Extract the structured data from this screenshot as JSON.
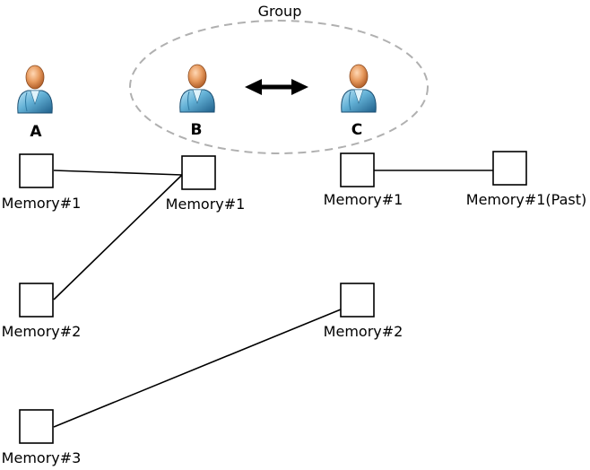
{
  "group": {
    "label": "Group"
  },
  "people": {
    "a": {
      "label": "A"
    },
    "b": {
      "label": "B"
    },
    "c": {
      "label": "C"
    }
  },
  "memories": {
    "a1": {
      "label": "Memory#1"
    },
    "a2": {
      "label": "Memory#2"
    },
    "a3": {
      "label": "Memory#3"
    },
    "b1": {
      "label": "Memory#1"
    },
    "c1": {
      "label": "Memory#1"
    },
    "c2": {
      "label": "Memory#2"
    },
    "c_past": {
      "label": "Memory#1(Past)"
    }
  },
  "colors": {
    "person_body": "#4f9fc6",
    "person_head": "#e79a5e",
    "group_outline": "#b0b0b0",
    "line": "#000000"
  },
  "icons": {
    "person": "person-icon",
    "arrow": "double-arrow-icon"
  }
}
